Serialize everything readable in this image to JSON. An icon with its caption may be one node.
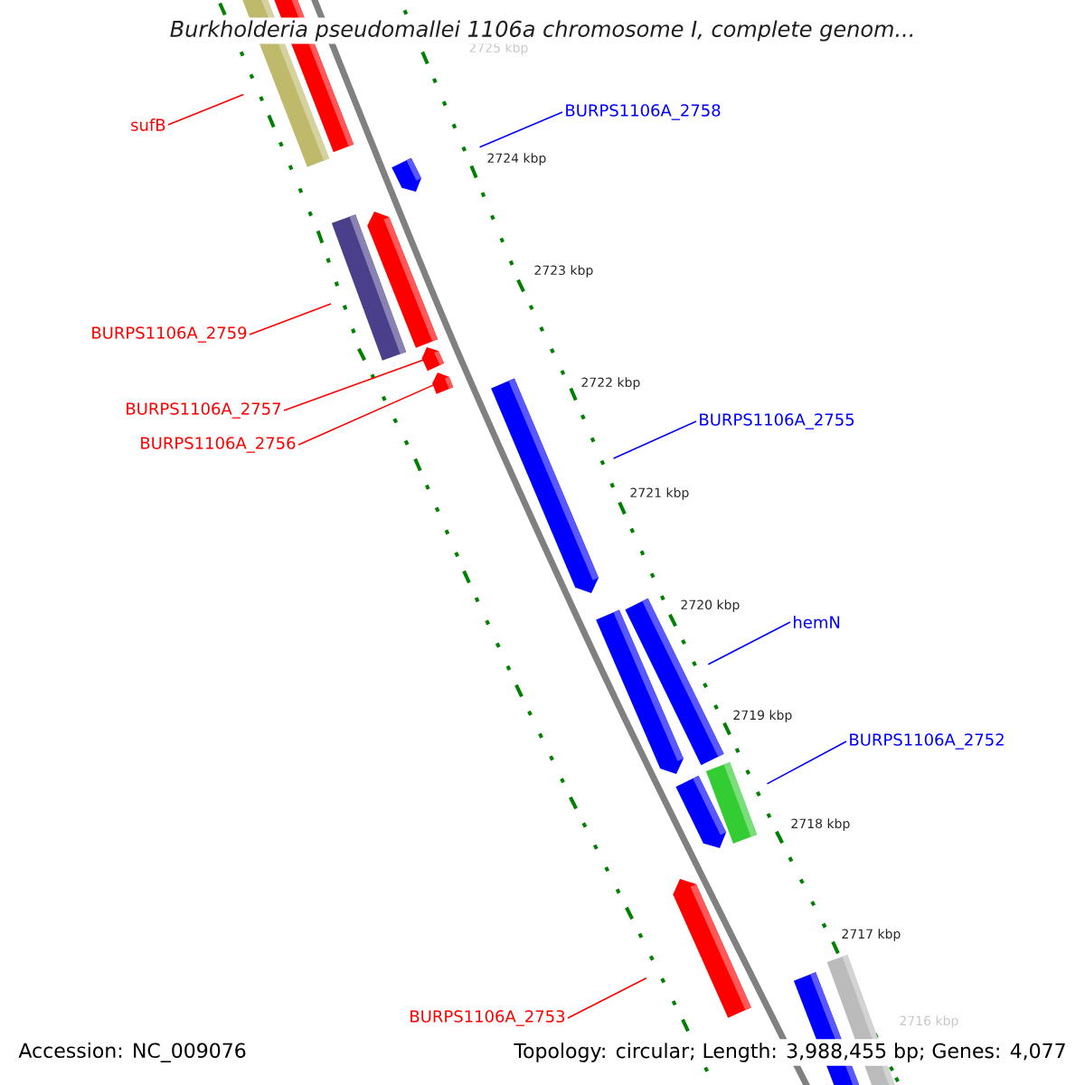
{
  "diagram": {
    "title": "Burkholderia pseudomallei 1106a chromosome I, complete genom...",
    "nodes": [
      {
        "text": [
          "sufB"
        ]
      },
      {
        "text": [],
        "shape": "bar"
      },
      {
        "text": [
          "BURPS1106A_2758"
        ]
      },
      {
        "text": [],
        "shape": "bar"
      },
      {
        "text": [
          "BURPS1106A_2759"
        ]
      },
      {
        "text": [],
        "shape": "bar"
      },
      {
        "text": [
          "BURPS1106A_2757"
        ]
      },
      {
        "text": [],
        "shape": "bar"
      },
      {
        "text": [
          "BURPS1106A_2756"
        ]
      },
      {
        "text": [],
        "shape": "bar"
      },
      {
        "text": [
          "BURPS1106A_2755"
        ]
      },
      {
        "text": [],
        "shape": "bar"
      },
      {
        "text": [
          "hemN"
        ]
      },
      {
        "text": [],
        "shape": "bar"
      },
      {
        "text": [
          "BURPS1106A_2752"
        ]
      },
      {
        "text": [],
        "shape": "bar"
      },
      {
        "text": [
          "BURPS1106A_2753"
        ]
      },
      {
        "text": [],
        "shape": "bar"
      }
    ],
    "edges": [
      {
        "from": 0,
        "to": 1,
        "arrow": "none"
      },
      {
        "from": 2,
        "to": 3,
        "arrow": "none",
        "color": "#0000ff"
      },
      {
        "from": 4,
        "to": 5,
        "arrow": "none"
      },
      {
        "from": 6,
        "to": 7,
        "arrow": "none"
      },
      {
        "from": 8,
        "to": 9,
        "arrow": "none"
      },
      {
        "from": 10,
        "to": 11,
        "arrow": "none",
        "color": "#0000ff"
      },
      {
        "from": 12,
        "to": 13,
        "arrow": "none",
        "color": "#0000ff"
      },
      {
        "from": 14,
        "to": 15,
        "arrow": "none",
        "color": "#0000ff"
      },
      {
        "from": 16,
        "to": 17,
        "arrow": "none"
      }
    ],
    "labels": [
      "2725 kbp",
      "2724 kbp",
      "2723 kbp",
      "2722 kbp",
      "2721 kbp",
      "2720 kbp",
      "2719 kbp",
      "2718 kbp",
      "2717 kbp",
      "2716 kbp",
      "Accession: NC_009076",
      "Topology: circular; Length: 3,988,455 bp; Genes: 4,077"
    ]
  }
}
